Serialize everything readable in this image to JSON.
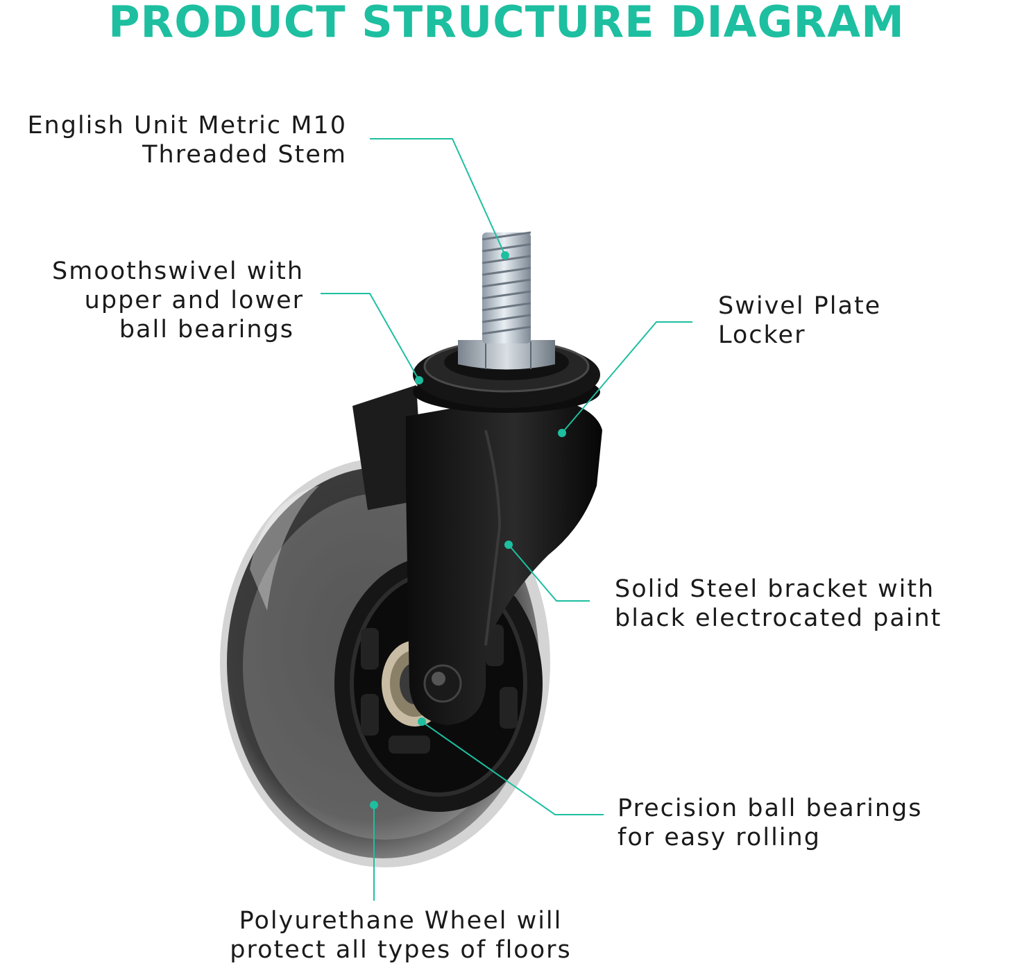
{
  "title": "PRODUCT STRUCTURE DIAGRAM",
  "colors": {
    "accent": "#1dbfa0",
    "text": "#1a1a1a",
    "bracket": "#111111",
    "wheel_tread": "#c8c8c8"
  },
  "callouts": [
    {
      "id": "stem",
      "lines": [
        "English Unit Metric M10",
        "Threaded Stem"
      ]
    },
    {
      "id": "swivel",
      "lines": [
        "Smoothswivel with",
        "upper and lower",
        "ball bearings"
      ]
    },
    {
      "id": "plate",
      "lines": [
        "Swivel Plate",
        "Locker"
      ]
    },
    {
      "id": "bracket",
      "lines": [
        "Solid Steel bracket with",
        "black electrocated paint"
      ]
    },
    {
      "id": "bearings",
      "lines": [
        "Precision ball bearings",
        "for easy rolling"
      ]
    },
    {
      "id": "wheel",
      "lines": [
        "Polyurethane Wheel will",
        "protect all types of floors"
      ]
    }
  ]
}
